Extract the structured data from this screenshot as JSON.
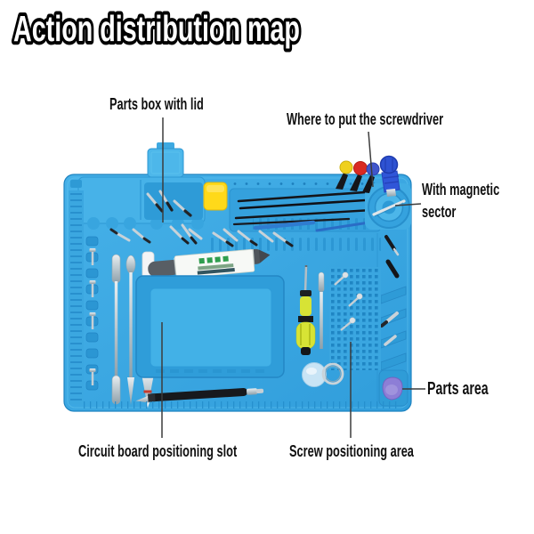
{
  "title": "Action distribution map",
  "labels": {
    "parts_box": "Parts box with lid",
    "screwdriver_slot": "Where to put the screwdriver",
    "magnetic_sector": "With magnetic sector",
    "parts_area": "Parts area",
    "circuit_board": "Circuit board positioning slot",
    "screw_area": "Screw positioning area"
  },
  "colors": {
    "mat_blue": "#3aa7e0",
    "mat_recess": "#2e9bd7",
    "mat_shadow": "#1f86c4",
    "mat_highlight": "#5ec3ef",
    "eraser_yellow": "#ffd91a",
    "screwdriver_ball_yellow": "#efd01d",
    "screwdriver_ball_red": "#d92a22",
    "screwdriver_ball_blue": "#4056cb",
    "big_screwdriver_blue": "#3056d8",
    "handle_yellow_green": "#d7e335",
    "pick_purple": "#8d7ed6",
    "label_text": "#111111"
  }
}
